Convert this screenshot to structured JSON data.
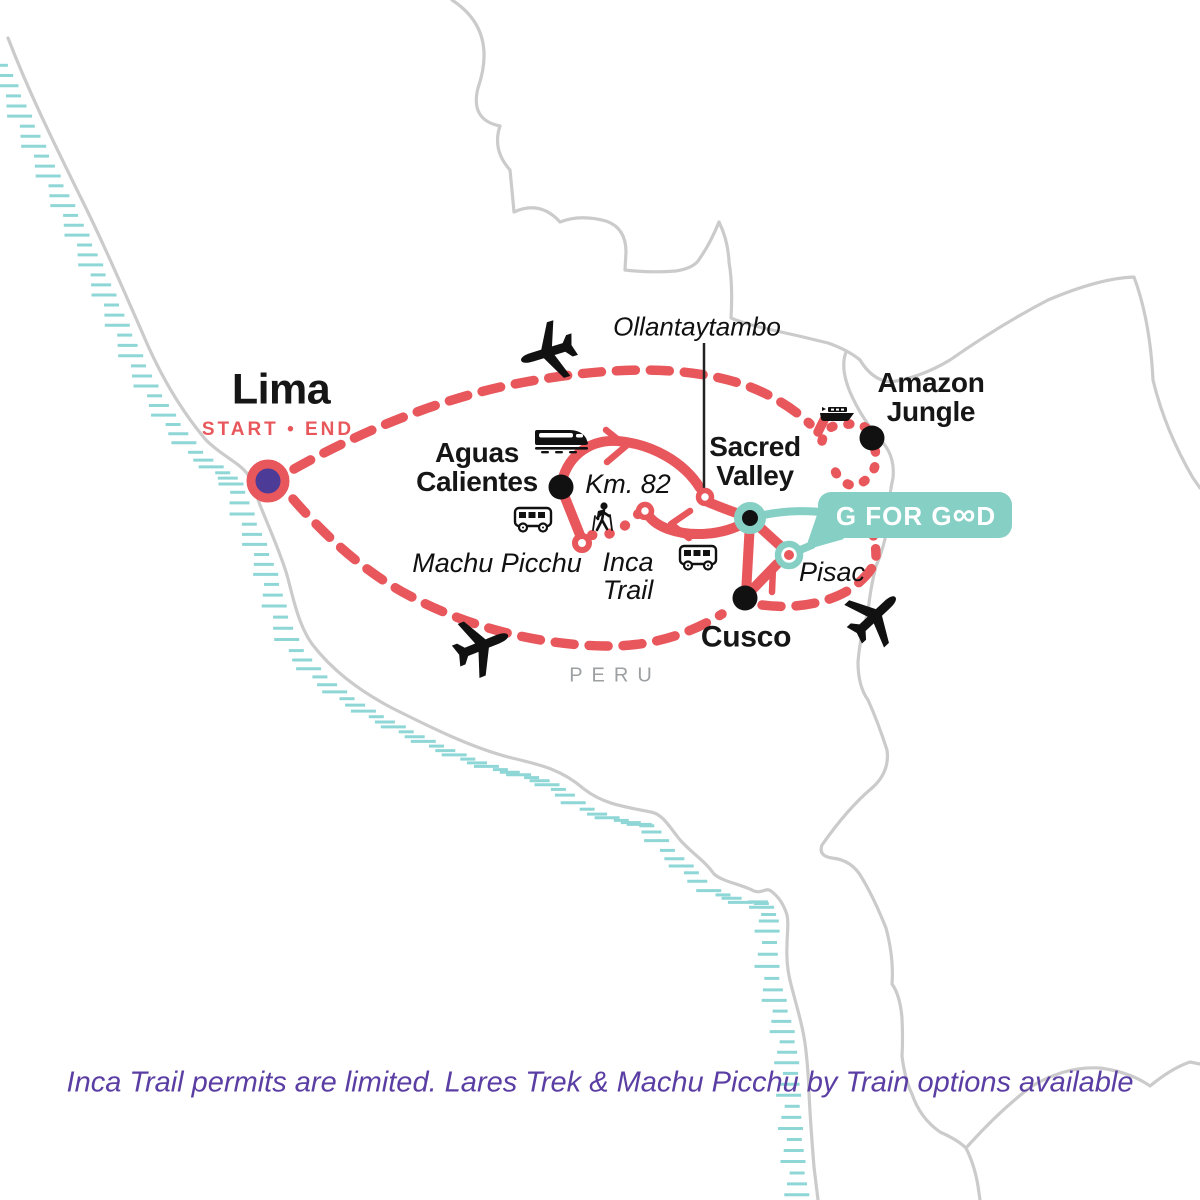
{
  "map": {
    "country_label": "PERU",
    "note_text": "Inca Trail permits are limited. Lares Trek & Machu Picchu by Train options available"
  },
  "badge": {
    "label": "G FOR GOOD",
    "display": {
      "pre": "G FOR G",
      "infinity": "∞",
      "post": "D"
    }
  },
  "places": {
    "lima": {
      "label": "Lima",
      "sublabel": "START • END"
    },
    "aguas_calientes": {
      "lines": [
        "Aguas",
        "Calientes"
      ]
    },
    "machu_picchu": {
      "label": "Machu Picchu"
    },
    "inca_trail": {
      "lines": [
        "Inca",
        "Trail"
      ]
    },
    "km82": {
      "label": "Km. 82"
    },
    "ollantaytambo": {
      "label": "Ollantaytambo"
    },
    "sacred_valley": {
      "lines": [
        "Sacred",
        "Valley"
      ]
    },
    "pisac": {
      "label": "Pisac"
    },
    "cusco": {
      "label": "Cusco"
    },
    "amazon_jungle": {
      "lines": [
        "Amazon",
        "Jungle"
      ]
    }
  },
  "icons": [
    "plane-icon",
    "train-icon",
    "bus-icon",
    "hiker-icon",
    "boat-icon"
  ],
  "colors": {
    "route_red": "#E8575C",
    "route_teal": "#85CFC5",
    "coast_hatch": "#8FD6D6",
    "map_border_gray": "#CBCBCB",
    "start_marker_purple": "#4C3B97",
    "note_purple": "#5B3EA3",
    "country_gray": "#9CA0A2",
    "label_black": "#161616"
  }
}
